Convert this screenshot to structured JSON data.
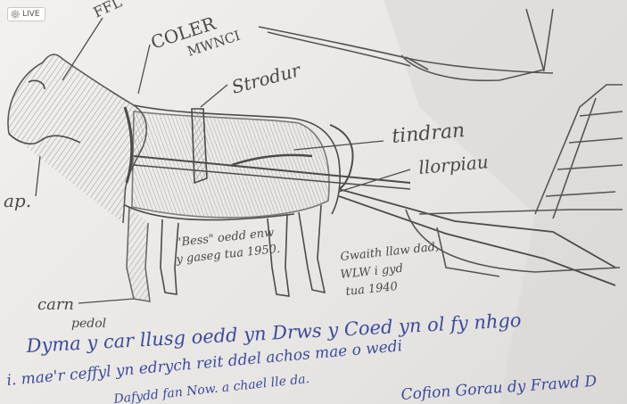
{
  "badge": {
    "label": "LIVE"
  },
  "labels": {
    "top_left": "FFL",
    "coler": "COLER",
    "mwnci": "MWNCI",
    "strodur": "Strodur",
    "tindran": "tindran",
    "llorpiau": "llorpiau",
    "ap": "ap.",
    "bess_line1": "\"Bess\" oedd enw",
    "bess_line2": "y gaseg tua 1950.",
    "gwaith_line1": "Gwaith llaw dad,",
    "gwaith_line2": "WLW i gyd",
    "gwaith_line3": "tua 1940",
    "carn": "carn",
    "pedol": "pedol"
  },
  "handwriting": {
    "line1": "Dyma y car llusg oedd yn Drws y Coed yn ol fy nhgo",
    "line2": "i. mae'r ceffyl yn edrych reit ddel achos mae o wedi",
    "line3": "Dafydd fan Now. a chael lle da.",
    "line4": "Cofion Gorau dy Frawd D"
  }
}
